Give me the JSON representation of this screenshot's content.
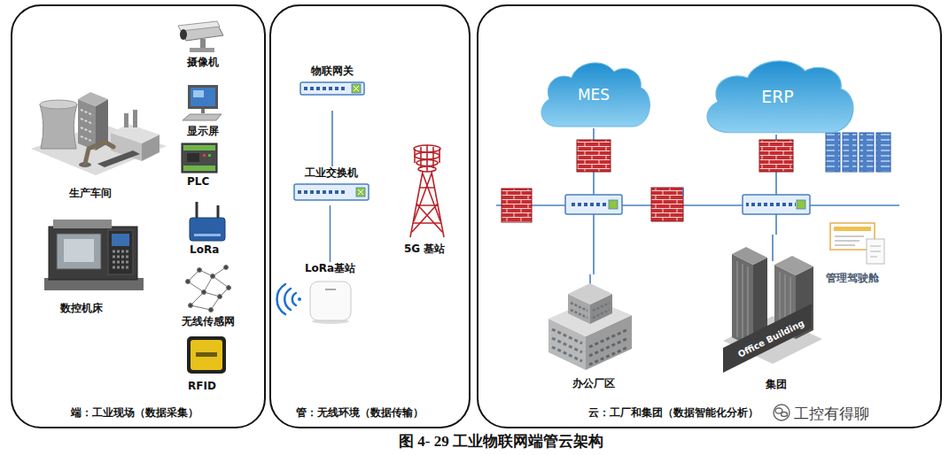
{
  "diagram": {
    "caption": "图 4- 29 工业物联网端管云架构",
    "nodes": [
      {
        "text": [
          "端：工业现场（数据采集）"
        ]
      },
      {
        "text": [
          "管：无线环境（数据传输）"
        ]
      },
      {
        "text": [
          "物联网关"
        ],
        "in": 1
      },
      {
        "text": [
          "工业交换机"
        ],
        "in": 1
      },
      {
        "text": [
          "LoRa基站"
        ],
        "in": 1
      },
      {
        "text": [
          "云：工厂和集团（数据智能化分析）"
        ]
      },
      {
        "text": [
          "MES"
        ],
        "in": 5
      },
      {
        "text": [
          "ERP"
        ],
        "in": 5
      },
      {
        "text": [
          "办公厂区"
        ],
        "in": 5
      },
      {
        "text": [
          "集团"
        ],
        "in": 5
      }
    ],
    "edges": [
      {
        "from": 2,
        "to": 3,
        "arrow": "none"
      },
      {
        "from": 3,
        "to": 4,
        "arrow": "none"
      },
      {
        "from": 6,
        "to": 8,
        "arrow": "none"
      },
      {
        "from": 7,
        "to": 9,
        "arrow": "none"
      }
    ],
    "labels": [
      "摄像机",
      "显示屏",
      "PLC",
      "生产车间",
      "LoRa",
      "数控机床",
      "无线传感网",
      "RFID",
      "5G 基站",
      "Office Building",
      "管理驾驶舱",
      "工控有得聊"
    ]
  }
}
